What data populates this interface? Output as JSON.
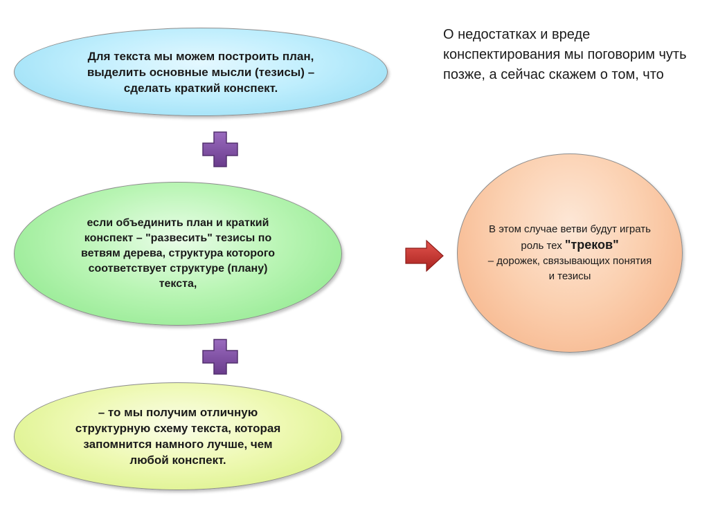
{
  "diagram": {
    "top_note": " О недостатках и вреде конспектирования мы поговорим чуть позже, а сейчас скажем о том, что",
    "ellipse_1": "Для текста мы можем построить план, выделить основные мысли (тезисы) – сделать краткий конспект.",
    "ellipse_2": "если объединить план и краткий конспект – \"развесить\" тезисы по ветвям дерева, структура которого соответствует структуре (плану) текста,",
    "ellipse_3": "– то мы получим отличную структурную схему текста, которая запомнится намного лучше, чем любой конспект.",
    "circle": {
      "part_1": "В этом случае ветви будут играть роль тех ",
      "highlight": "\"треков\"",
      "part_2": " – дорожек, связывающих понятия и тезисы"
    }
  },
  "colors": {
    "plus": "#7a4b9a",
    "arrow": "#c8302c"
  },
  "icons": [
    "plus-icon",
    "arrow-right-icon"
  ]
}
